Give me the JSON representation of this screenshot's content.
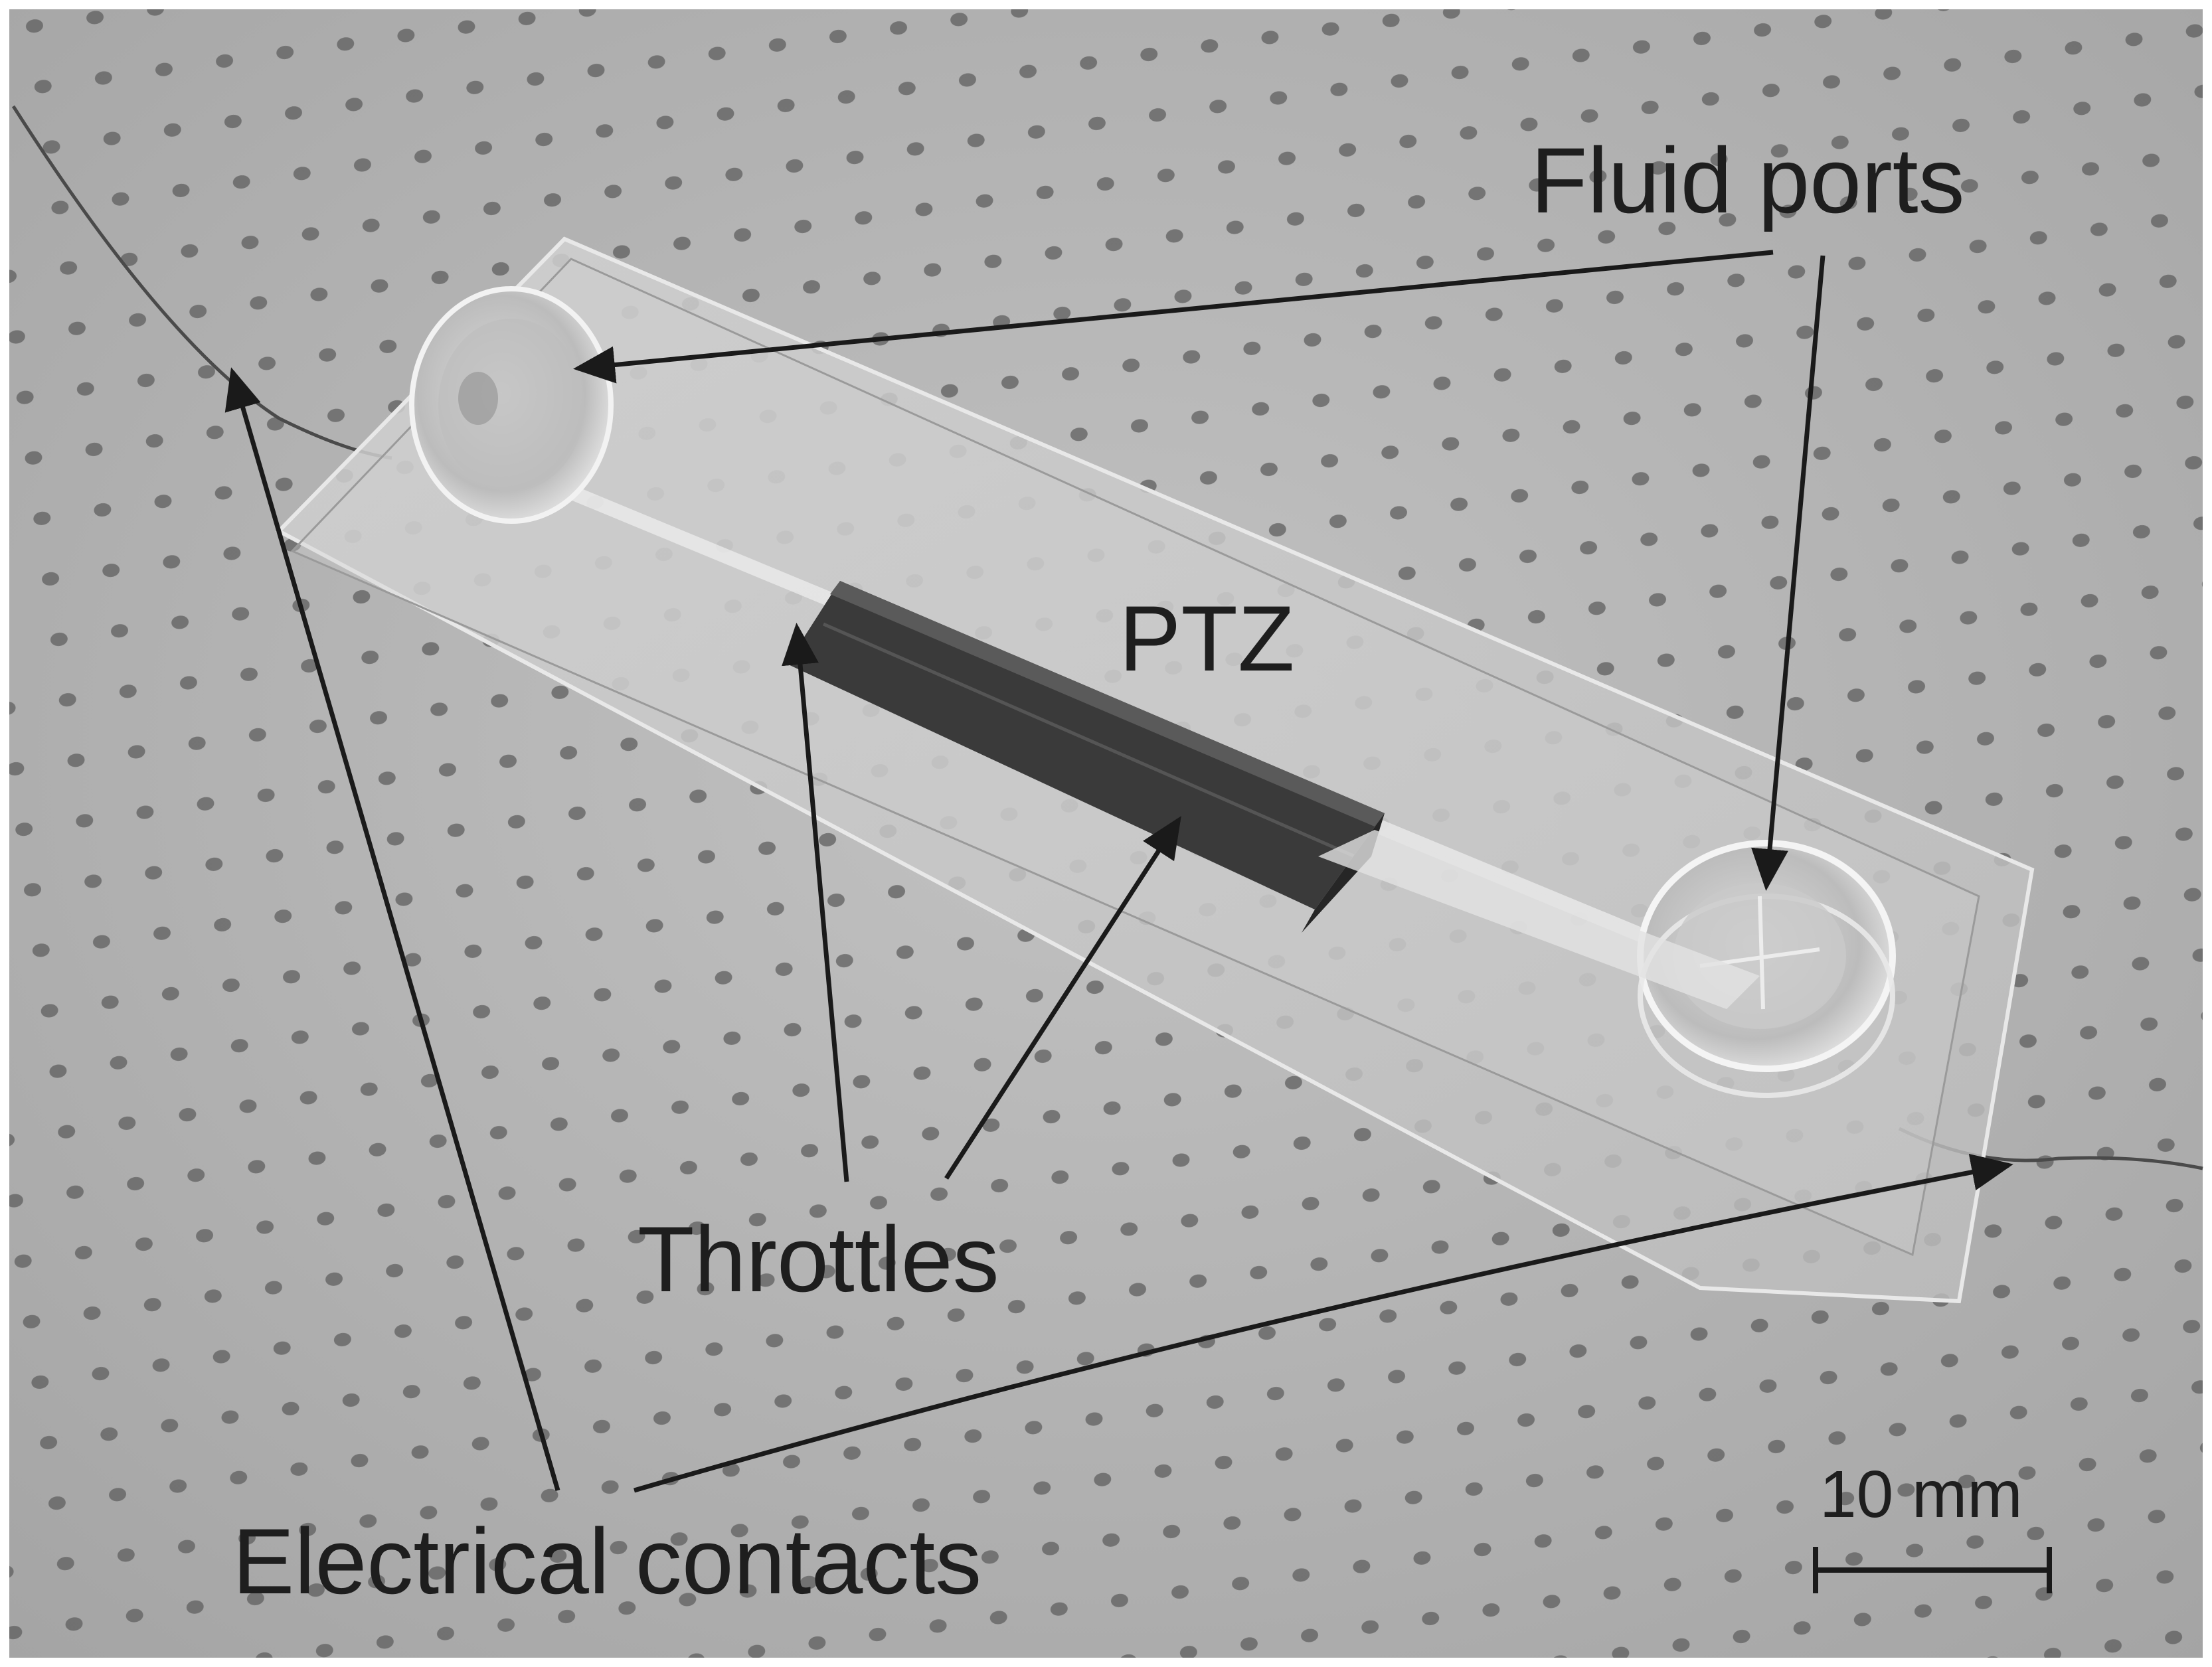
{
  "labels": {
    "fluid_ports": "Fluid ports",
    "ptz": "PTZ",
    "throttles": "Throttles",
    "electrical_contacts": "Electrical contacts",
    "scale_bar": "10 mm"
  },
  "colors": {
    "background_fabric": "#b3b3b3",
    "dot": "#5f5f5f",
    "chip_body": "#c4c4c4",
    "ptz_element": "#3a3a3a",
    "label_text": "#1e1e1e",
    "arrow": "#1a1a1a"
  }
}
